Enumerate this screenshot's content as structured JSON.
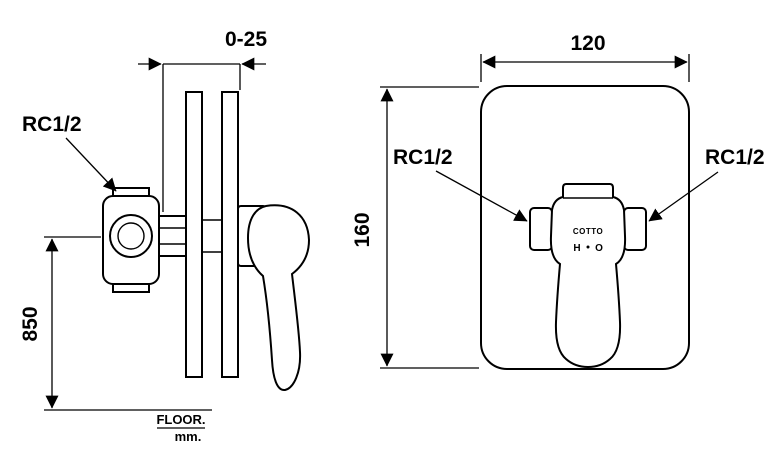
{
  "drawing": {
    "background": "#ffffff",
    "line_color": "#000000",
    "side_view": {
      "wall_depth_dim": "0-25",
      "inlet_label": "RC1/2",
      "height_dim": "850",
      "floor_label": "FLOOR.",
      "unit_label": "mm."
    },
    "front_view": {
      "width_dim": "120",
      "height_dim": "160",
      "inlet_label_left": "RC1/2",
      "inlet_label_right": "RC1/2",
      "brand_label": "COTTO",
      "hot_label": "H",
      "cold_label": "O"
    }
  }
}
